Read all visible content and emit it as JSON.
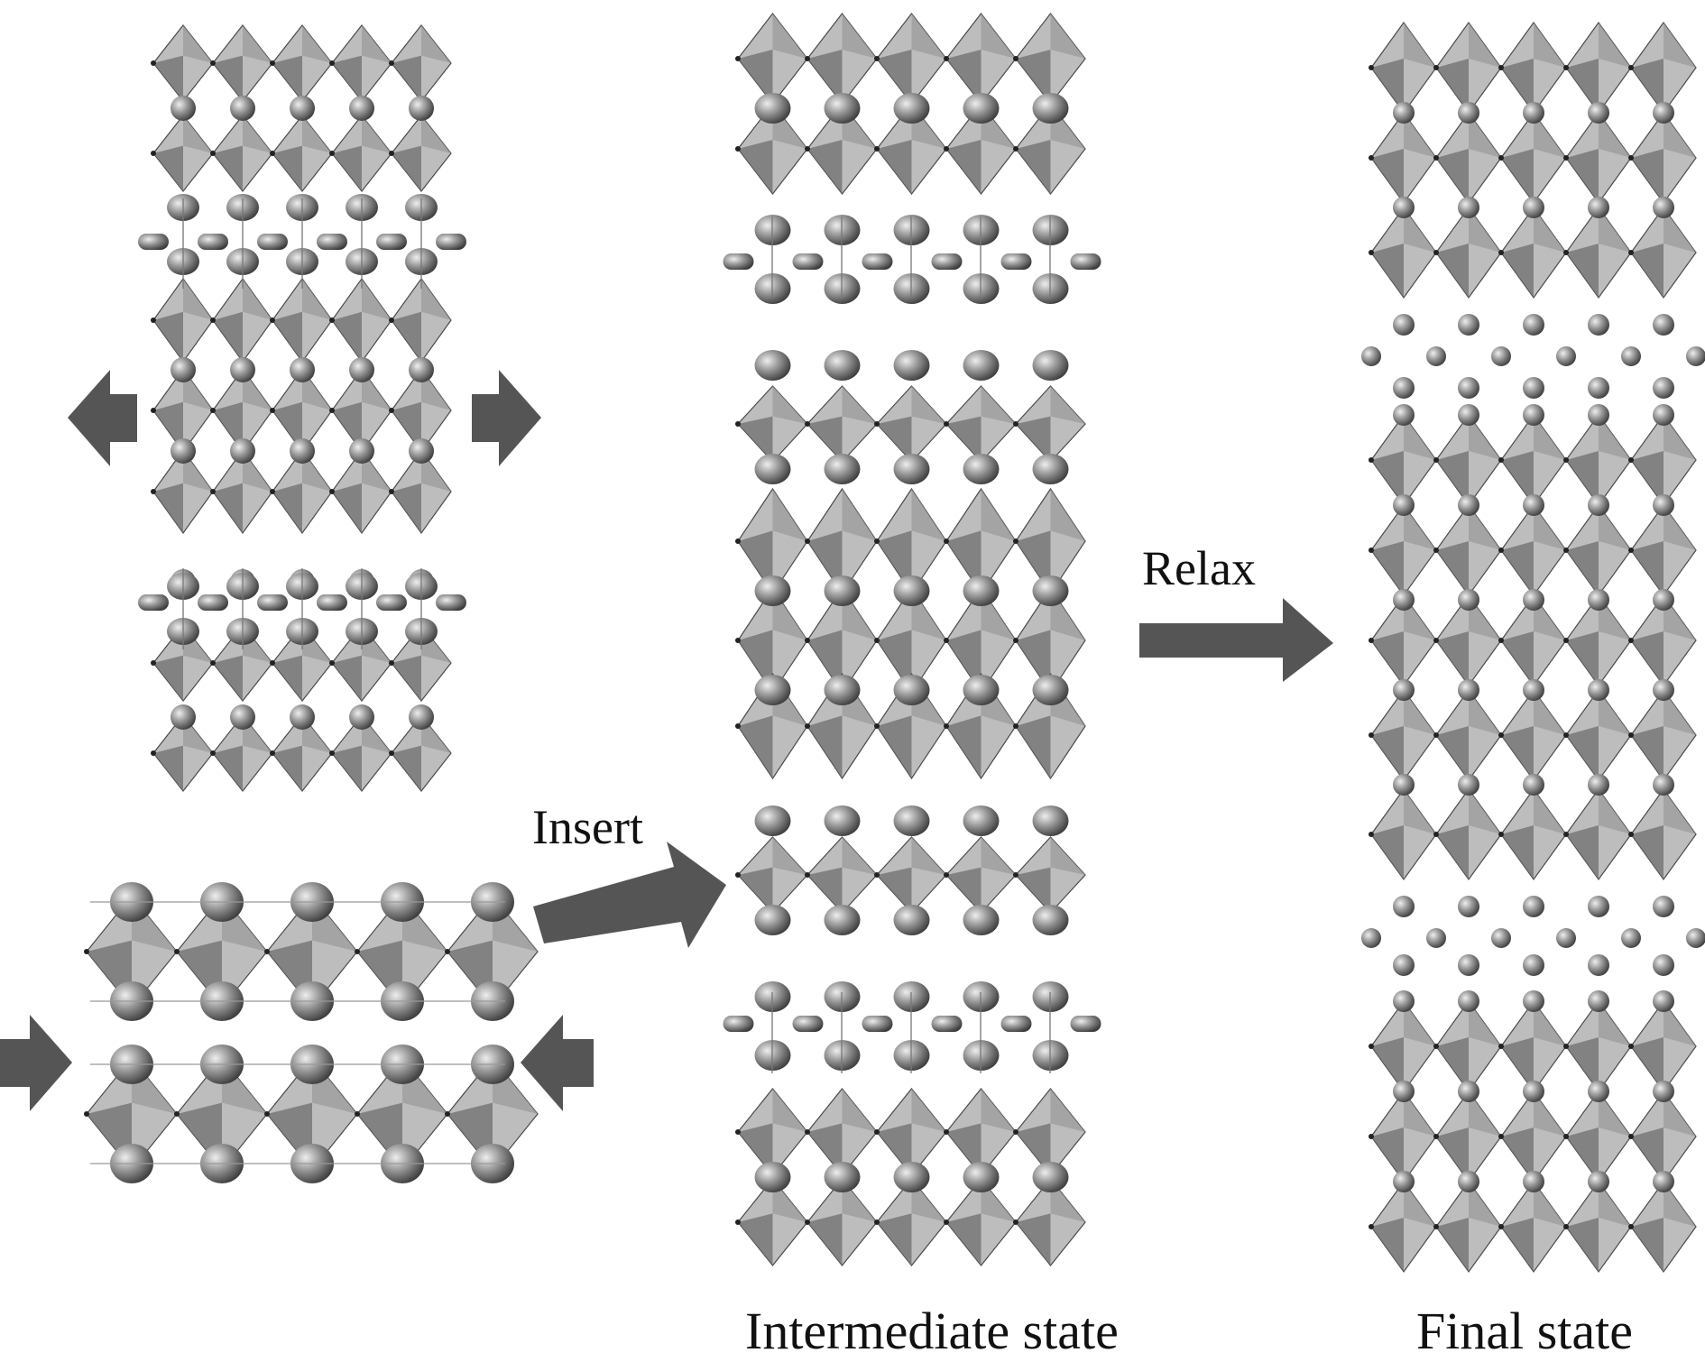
{
  "labels": {
    "insert": "Insert",
    "relax": "Relax",
    "intermediate": "Intermediate state",
    "final": "Final state"
  },
  "colors": {
    "arrow": "#555555",
    "octa_light": "#bdbdbd",
    "octa_mid": "#9a9a9a",
    "octa_dark": "#6f6f6f",
    "atom": "#8a8a8a",
    "atom_light": "#eeeeee",
    "atom_dark": "#3c3c3c"
  },
  "icons": {
    "arrow_left": "arrow-left-icon",
    "arrow_right": "arrow-right-icon",
    "arrow_insert": "arrow-diagonal-icon",
    "arrow_relax": "arrow-right-icon"
  }
}
